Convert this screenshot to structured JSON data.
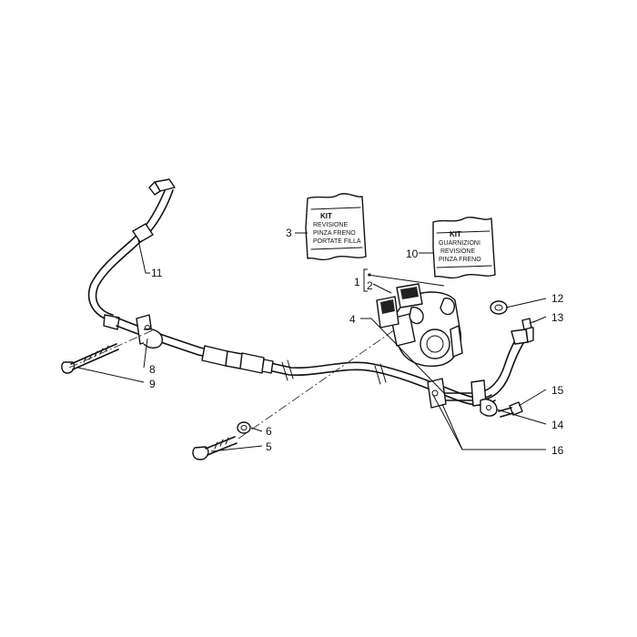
{
  "callouts": {
    "c1": "1",
    "c2": "2",
    "c3": "3",
    "c4": "4",
    "c5": "5",
    "c6": "6",
    "c8": "8",
    "c9": "9",
    "c10": "10",
    "c11": "11",
    "c12": "12",
    "c13": "13",
    "c14": "14",
    "c15": "15",
    "c16": "16"
  },
  "kit_left": {
    "line1": "KIT",
    "line2": "REVISIONE",
    "line3": "PINZA FRENO",
    "line4": "PORTATE FILLA"
  },
  "kit_right": {
    "line1": "KIT",
    "line2": "GUARNIZIONI",
    "line3": "REVISIONE",
    "line4": "PINZA FRENO"
  }
}
